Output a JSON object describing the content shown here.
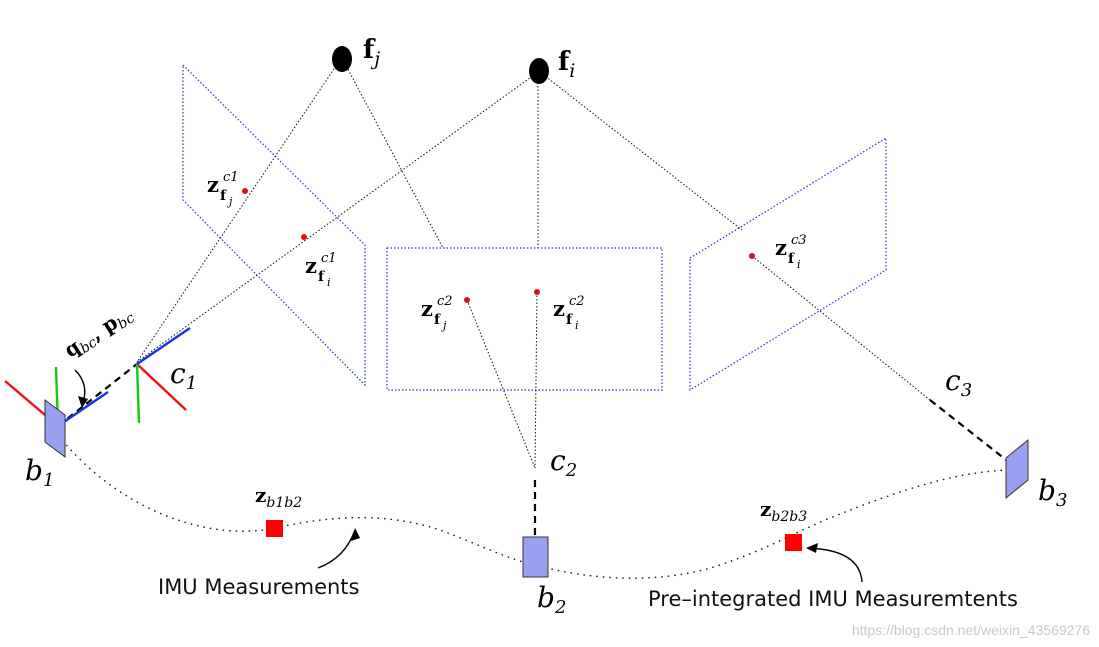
{
  "features": [
    {
      "symbol": "f",
      "sub": "j"
    },
    {
      "symbol": "f",
      "sub": "i"
    }
  ],
  "observations": [
    {
      "sup": "c1",
      "sub_sub": "j"
    },
    {
      "sup": "c1",
      "sub_sub": "i"
    },
    {
      "sup": "c2",
      "sub_sub": "j"
    },
    {
      "sup": "c2",
      "sub_sub": "i"
    },
    {
      "sup": "c3",
      "sub_sub": "i"
    }
  ],
  "extrinsic_label": {
    "q": "q",
    "q_sub": "bc",
    "p": "p",
    "p_sub": "bc"
  },
  "cameras": [
    {
      "base": "c",
      "sub": "1"
    },
    {
      "base": "c",
      "sub": "2"
    },
    {
      "base": "c",
      "sub": "3"
    }
  ],
  "bodies": [
    {
      "base": "b",
      "sub": "1"
    },
    {
      "base": "b",
      "sub": "2"
    },
    {
      "base": "b",
      "sub": "3"
    }
  ],
  "preintegration_terms": [
    {
      "base": "z",
      "sub": "b1b2"
    },
    {
      "base": "z",
      "sub": "b2b3"
    }
  ],
  "annotations": {
    "imu": "IMU Measurements",
    "preintegrated": "Pre–integrated IMU Measuremtents"
  },
  "watermark": "https://blog.csdn.net/weixin_43569276",
  "colors": {
    "image_plane": "#2233cc",
    "observation_point": "#e01010",
    "feature": "#000000",
    "body": "#9aa0f0",
    "imu_factor": "#ff0000",
    "axis_x": "#ee1111",
    "axis_y": "#11cc11",
    "axis_z": "#1133ee"
  }
}
